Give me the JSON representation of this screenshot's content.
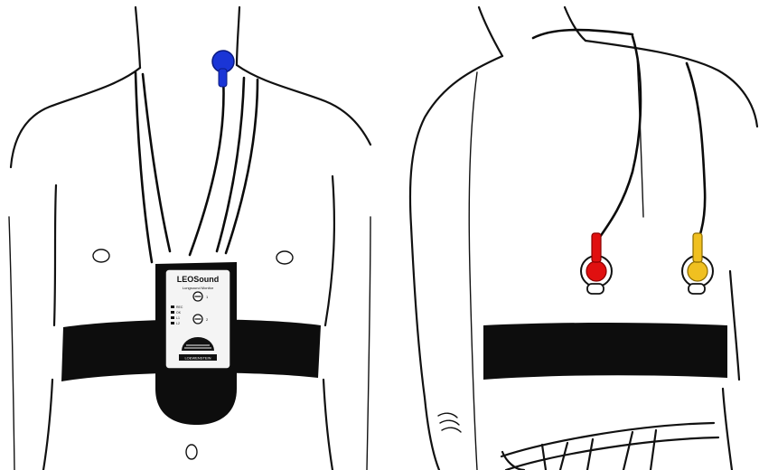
{
  "device": {
    "brand_text": "LEOSound",
    "subtitle_text": "Lungsound Monitor",
    "port_label_1": "1",
    "port_label_2": "2",
    "side_labels": [
      "REC",
      "OK",
      "L1",
      "L2"
    ],
    "footer_text": "LOEWENSTEIN"
  },
  "colors": {
    "background": "#ffffff",
    "strap": "#0d0d0d",
    "electrode_neck": "#1a35d6",
    "electrode_back_left": "#e01010",
    "electrode_back_right": "#f0c020",
    "device_body": "#f4f4f4"
  },
  "icons": {
    "neck_electrode": "blue-electrode-icon",
    "back_electrode_left": "red-electrode-icon",
    "back_electrode_right": "yellow-electrode-icon",
    "device_logo": "semicircle-logo-icon"
  }
}
